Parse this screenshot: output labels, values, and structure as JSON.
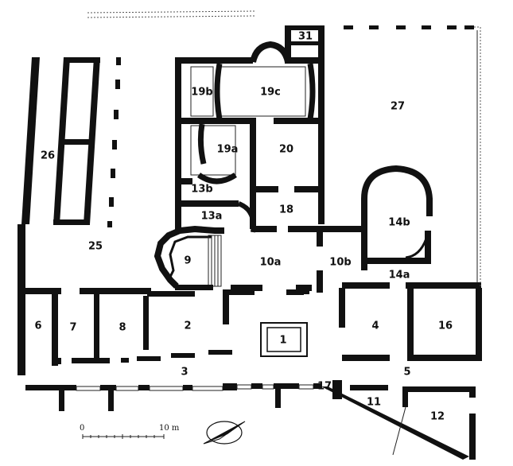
{
  "rooms": [
    {
      "id": "r1",
      "label": "1"
    },
    {
      "id": "r2",
      "label": "2"
    },
    {
      "id": "r3",
      "label": "3"
    },
    {
      "id": "r4",
      "label": "4"
    },
    {
      "id": "r5",
      "label": "5"
    },
    {
      "id": "r6",
      "label": "6"
    },
    {
      "id": "r7",
      "label": "7"
    },
    {
      "id": "r8",
      "label": "8"
    },
    {
      "id": "r9",
      "label": "9"
    },
    {
      "id": "r10a",
      "label": "10a"
    },
    {
      "id": "r10b",
      "label": "10b"
    },
    {
      "id": "r11",
      "label": "11"
    },
    {
      "id": "r12",
      "label": "12"
    },
    {
      "id": "r13a",
      "label": "13a"
    },
    {
      "id": "r13b",
      "label": "13b"
    },
    {
      "id": "r14a",
      "label": "14a"
    },
    {
      "id": "r14b",
      "label": "14b"
    },
    {
      "id": "r16",
      "label": "16"
    },
    {
      "id": "r17",
      "label": "17"
    },
    {
      "id": "r18",
      "label": "18"
    },
    {
      "id": "r19a",
      "label": "19a"
    },
    {
      "id": "r19b",
      "label": "19b"
    },
    {
      "id": "r19c",
      "label": "19c"
    },
    {
      "id": "r20",
      "label": "20"
    },
    {
      "id": "r25",
      "label": "25"
    },
    {
      "id": "r26",
      "label": "26"
    },
    {
      "id": "r27",
      "label": "27"
    },
    {
      "id": "r31",
      "label": "31"
    }
  ],
  "scale": {
    "start_label": "0",
    "end_label": "10 m"
  }
}
